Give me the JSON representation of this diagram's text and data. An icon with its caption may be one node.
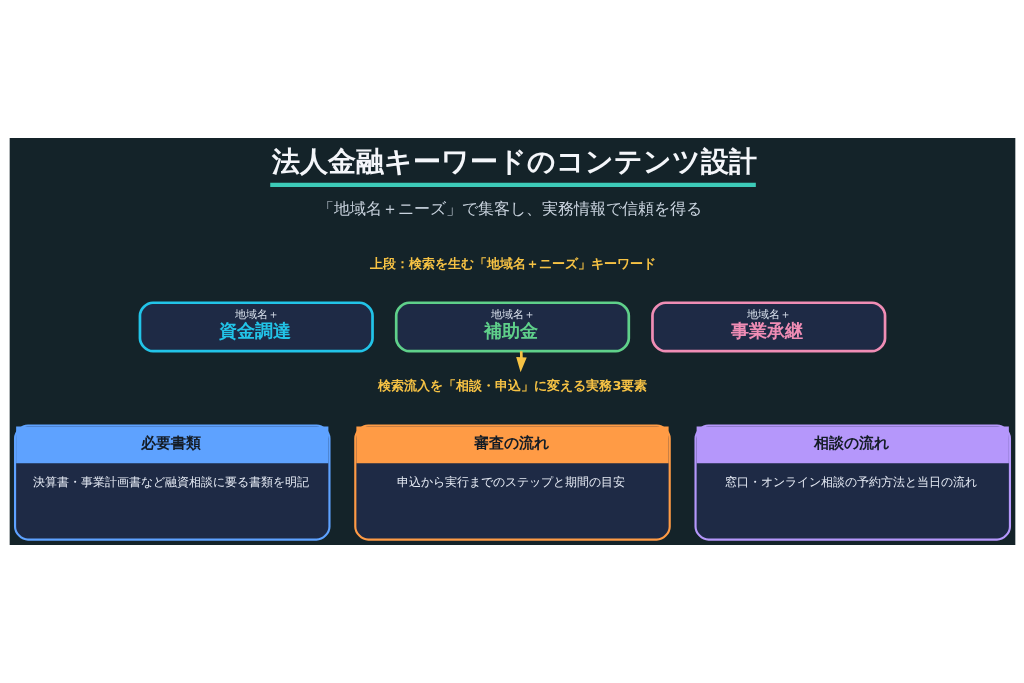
{
  "diagram": {
    "title": "法人金融キーワードのコンテンツ設計",
    "nodes": [
      {
        "text": [
          "地域名＋",
          "資金調達"
        ]
      },
      {
        "text": [
          "地域名＋",
          "補助金"
        ]
      },
      {
        "text": [
          "地域名＋",
          "事業承継"
        ]
      },
      {
        "text": [
          "検索流入を「相談・申込」に変える実務3要素"
        ]
      },
      {
        "text": [
          "必要書類",
          "決算書・事業計画書など融資相談に要る書類を明記"
        ]
      },
      {
        "text": [
          "審査の流れ",
          "申込から実行までのステップと期間の目安"
        ]
      },
      {
        "text": [
          "相談の流れ",
          "窓口・オンライン相談の予約方法と当日の流れ"
        ]
      }
    ],
    "edges": [
      {
        "from": 1,
        "to": 3,
        "arrow": "to"
      }
    ],
    "labels": [
      "「地域名＋ニーズ」で集客し、実務情報で信頼を得る",
      "上段：検索を生む「地域名＋ニーズ」キーワード"
    ]
  }
}
